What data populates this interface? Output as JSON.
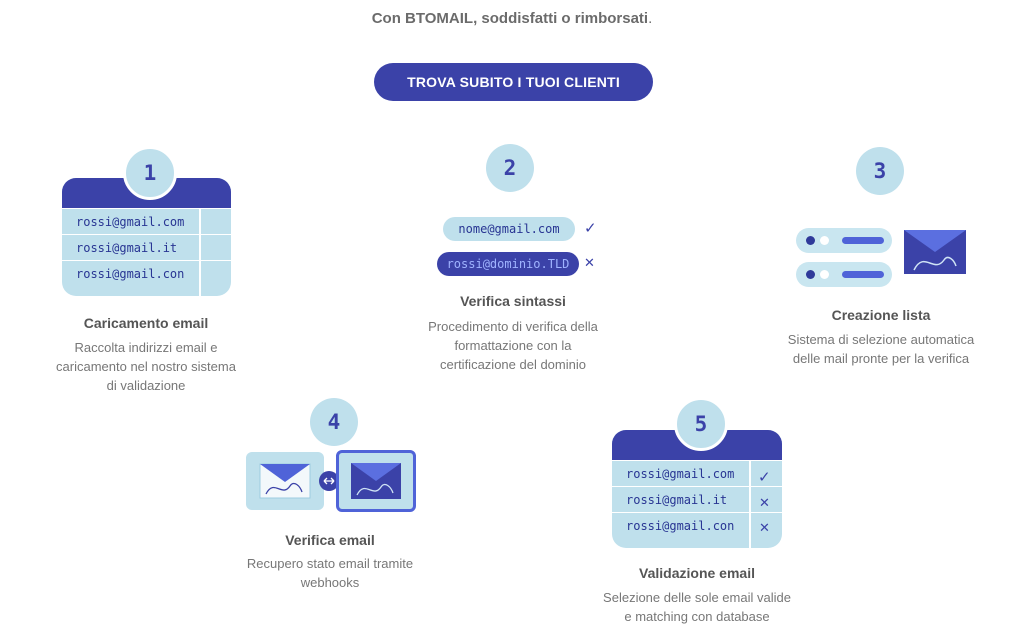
{
  "header": {
    "tagline": "Con BTOMAIL, soddisfatti o rimborsati",
    "tagline_end": ".",
    "cta_label": "TROVA SUBITO I TUOI CLIENTI"
  },
  "colors": {
    "primary": "#3b42a8",
    "light": "#bfe0ec",
    "text": "#555555"
  },
  "steps": [
    {
      "number": "1",
      "title": "Caricamento email",
      "desc": [
        "Raccolta indirizzi email e",
        "caricamento nel nostro sistema",
        "di validazione"
      ],
      "emails": [
        "rossi@gmail.com",
        "rossi@gmail.it",
        "rossi@gmail.con"
      ]
    },
    {
      "number": "2",
      "title": "Verifica sintassi",
      "desc": [
        "Procedimento di verifica della",
        "formattazione con la",
        "certificazione del dominio"
      ],
      "valid_email": "nome@gmail.com",
      "invalid_email": "rossi@dominio.TLD",
      "valid_mark": "✓",
      "invalid_mark": "✕"
    },
    {
      "number": "3",
      "title": "Creazione lista",
      "desc": [
        "Sistema di selezione automatica",
        "delle mail pronte per la verifica"
      ],
      "icons": [
        "toggle-list-icon",
        "envelope-icon"
      ]
    },
    {
      "number": "4",
      "title": "Verifica email",
      "desc": [
        "Recupero stato email tramite",
        "webhooks"
      ],
      "icons": [
        "envelope-icon",
        "sync-arrows-icon",
        "envelope-icon"
      ]
    },
    {
      "number": "5",
      "title": "Validazione email",
      "desc": [
        "Selezione delle sole email valide",
        "e matching con database"
      ],
      "emails": [
        "rossi@gmail.com",
        "rossi@gmail.it",
        "rossi@gmail.con"
      ],
      "marks": [
        "✓",
        "✕",
        "✕"
      ]
    }
  ]
}
